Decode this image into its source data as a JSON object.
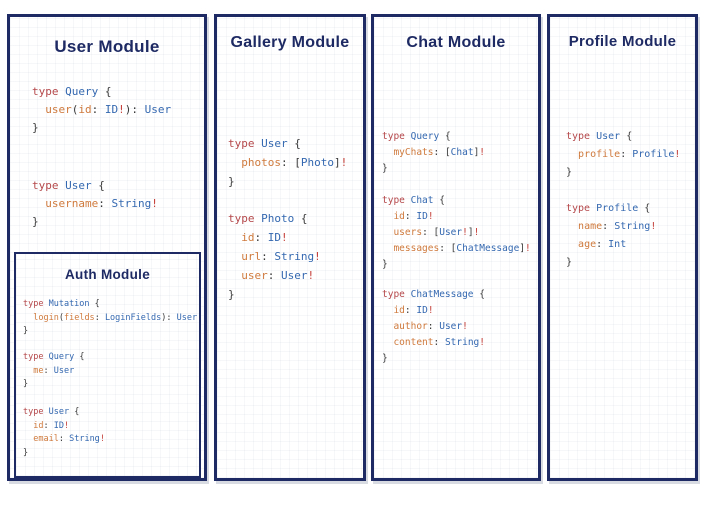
{
  "palette": {
    "border": "#1e2a63",
    "keyword": "#b5484b",
    "type": "#3468b0",
    "field": "#cf7a3d",
    "punct": "#3a3a3a",
    "bang": "#c5403a",
    "panel_bg": "#ffffff"
  },
  "panels": {
    "user": {
      "title": "User Module",
      "blocks": {
        "b1": [
          [
            [
              "k",
              "type "
            ],
            [
              "t",
              "Query "
            ],
            [
              "p",
              "{"
            ]
          ],
          [
            [
              "p",
              "  "
            ],
            [
              "f",
              "user"
            ],
            [
              "p",
              "("
            ],
            [
              "f",
              "id"
            ],
            [
              "p",
              ": "
            ],
            [
              "t",
              "ID"
            ],
            [
              "b",
              "!"
            ],
            [
              "p",
              "): "
            ],
            [
              "t",
              "User"
            ]
          ],
          [
            [
              "p",
              "}"
            ]
          ]
        ],
        "b2": [
          [
            [
              "k",
              "type "
            ],
            [
              "t",
              "User "
            ],
            [
              "p",
              "{"
            ]
          ],
          [
            [
              "p",
              "  "
            ],
            [
              "f",
              "username"
            ],
            [
              "p",
              ": "
            ],
            [
              "t",
              "String"
            ],
            [
              "b",
              "!"
            ]
          ],
          [
            [
              "p",
              "}"
            ]
          ]
        ]
      }
    },
    "auth": {
      "title": "Auth Module",
      "blocks": {
        "b1": [
          [
            [
              "k",
              "type "
            ],
            [
              "t",
              "Mutation "
            ],
            [
              "p",
              "{"
            ]
          ],
          [
            [
              "p",
              "  "
            ],
            [
              "f",
              "login"
            ],
            [
              "p",
              "("
            ],
            [
              "f",
              "fields"
            ],
            [
              "p",
              ": "
            ],
            [
              "t",
              "LoginFields"
            ],
            [
              "p",
              "): "
            ],
            [
              "t",
              "User"
            ]
          ],
          [
            [
              "p",
              "}"
            ]
          ]
        ],
        "b2": [
          [
            [
              "k",
              "type "
            ],
            [
              "t",
              "Query "
            ],
            [
              "p",
              "{"
            ]
          ],
          [
            [
              "p",
              "  "
            ],
            [
              "f",
              "me"
            ],
            [
              "p",
              ": "
            ],
            [
              "t",
              "User"
            ]
          ],
          [
            [
              "p",
              "}"
            ]
          ]
        ],
        "b3": [
          [
            [
              "k",
              "type "
            ],
            [
              "t",
              "User "
            ],
            [
              "p",
              "{"
            ]
          ],
          [
            [
              "p",
              "  "
            ],
            [
              "f",
              "id"
            ],
            [
              "p",
              ": "
            ],
            [
              "t",
              "ID"
            ],
            [
              "b",
              "!"
            ]
          ],
          [
            [
              "p",
              "  "
            ],
            [
              "f",
              "email"
            ],
            [
              "p",
              ": "
            ],
            [
              "t",
              "String"
            ],
            [
              "b",
              "!"
            ]
          ],
          [
            [
              "p",
              "}"
            ]
          ]
        ]
      }
    },
    "gallery": {
      "title": "Gallery Module",
      "blocks": {
        "b1": [
          [
            [
              "k",
              "type "
            ],
            [
              "t",
              "User "
            ],
            [
              "p",
              "{"
            ]
          ],
          [
            [
              "p",
              "  "
            ],
            [
              "f",
              "photos"
            ],
            [
              "p",
              ": ["
            ],
            [
              "t",
              "Photo"
            ],
            [
              "p",
              "]"
            ],
            [
              "b",
              "!"
            ]
          ],
          [
            [
              "p",
              "}"
            ]
          ]
        ],
        "b2": [
          [
            [
              "k",
              "type "
            ],
            [
              "t",
              "Photo "
            ],
            [
              "p",
              "{"
            ]
          ],
          [
            [
              "p",
              "  "
            ],
            [
              "f",
              "id"
            ],
            [
              "p",
              ": "
            ],
            [
              "t",
              "ID"
            ],
            [
              "b",
              "!"
            ]
          ],
          [
            [
              "p",
              "  "
            ],
            [
              "f",
              "url"
            ],
            [
              "p",
              ": "
            ],
            [
              "t",
              "String"
            ],
            [
              "b",
              "!"
            ]
          ],
          [
            [
              "p",
              "  "
            ],
            [
              "f",
              "user"
            ],
            [
              "p",
              ": "
            ],
            [
              "t",
              "User"
            ],
            [
              "b",
              "!"
            ]
          ],
          [
            [
              "p",
              "}"
            ]
          ]
        ]
      }
    },
    "chat": {
      "title": "Chat Module",
      "blocks": {
        "b1": [
          [
            [
              "k",
              "type "
            ],
            [
              "t",
              "Query "
            ],
            [
              "p",
              "{"
            ]
          ],
          [
            [
              "p",
              "  "
            ],
            [
              "f",
              "myChats"
            ],
            [
              "p",
              ": ["
            ],
            [
              "t",
              "Chat"
            ],
            [
              "p",
              "]"
            ],
            [
              "b",
              "!"
            ]
          ],
          [
            [
              "p",
              "}"
            ]
          ]
        ],
        "b2": [
          [
            [
              "k",
              "type "
            ],
            [
              "t",
              "Chat "
            ],
            [
              "p",
              "{"
            ]
          ],
          [
            [
              "p",
              "  "
            ],
            [
              "f",
              "id"
            ],
            [
              "p",
              ": "
            ],
            [
              "t",
              "ID"
            ],
            [
              "b",
              "!"
            ]
          ],
          [
            [
              "p",
              "  "
            ],
            [
              "f",
              "users"
            ],
            [
              "p",
              ": ["
            ],
            [
              "t",
              "User"
            ],
            [
              "b",
              "!"
            ],
            [
              "p",
              "]"
            ],
            [
              "b",
              "!"
            ]
          ],
          [
            [
              "p",
              "  "
            ],
            [
              "f",
              "messages"
            ],
            [
              "p",
              ": ["
            ],
            [
              "t",
              "ChatMessage"
            ],
            [
              "p",
              "]"
            ],
            [
              "b",
              "!"
            ]
          ],
          [
            [
              "p",
              "}"
            ]
          ]
        ],
        "b3": [
          [
            [
              "k",
              "type "
            ],
            [
              "t",
              "ChatMessage "
            ],
            [
              "p",
              "{"
            ]
          ],
          [
            [
              "p",
              "  "
            ],
            [
              "f",
              "id"
            ],
            [
              "p",
              ": "
            ],
            [
              "t",
              "ID"
            ],
            [
              "b",
              "!"
            ]
          ],
          [
            [
              "p",
              "  "
            ],
            [
              "f",
              "author"
            ],
            [
              "p",
              ": "
            ],
            [
              "t",
              "User"
            ],
            [
              "b",
              "!"
            ]
          ],
          [
            [
              "p",
              "  "
            ],
            [
              "f",
              "content"
            ],
            [
              "p",
              ": "
            ],
            [
              "t",
              "String"
            ],
            [
              "b",
              "!"
            ]
          ],
          [
            [
              "p",
              "}"
            ]
          ]
        ]
      }
    },
    "profile": {
      "title": "Profile Module",
      "blocks": {
        "b1": [
          [
            [
              "k",
              "type "
            ],
            [
              "t",
              "User "
            ],
            [
              "p",
              "{"
            ]
          ],
          [
            [
              "p",
              "  "
            ],
            [
              "f",
              "profile"
            ],
            [
              "p",
              ": "
            ],
            [
              "t",
              "Profile"
            ],
            [
              "b",
              "!"
            ]
          ],
          [
            [
              "p",
              "}"
            ]
          ]
        ],
        "b2": [
          [
            [
              "k",
              "type "
            ],
            [
              "t",
              "Profile "
            ],
            [
              "p",
              "{"
            ]
          ],
          [
            [
              "p",
              "  "
            ],
            [
              "f",
              "name"
            ],
            [
              "p",
              ": "
            ],
            [
              "t",
              "String"
            ],
            [
              "b",
              "!"
            ]
          ],
          [
            [
              "p",
              "  "
            ],
            [
              "f",
              "age"
            ],
            [
              "p",
              ": "
            ],
            [
              "t",
              "Int"
            ]
          ],
          [
            [
              "p",
              "}"
            ]
          ]
        ]
      }
    }
  }
}
